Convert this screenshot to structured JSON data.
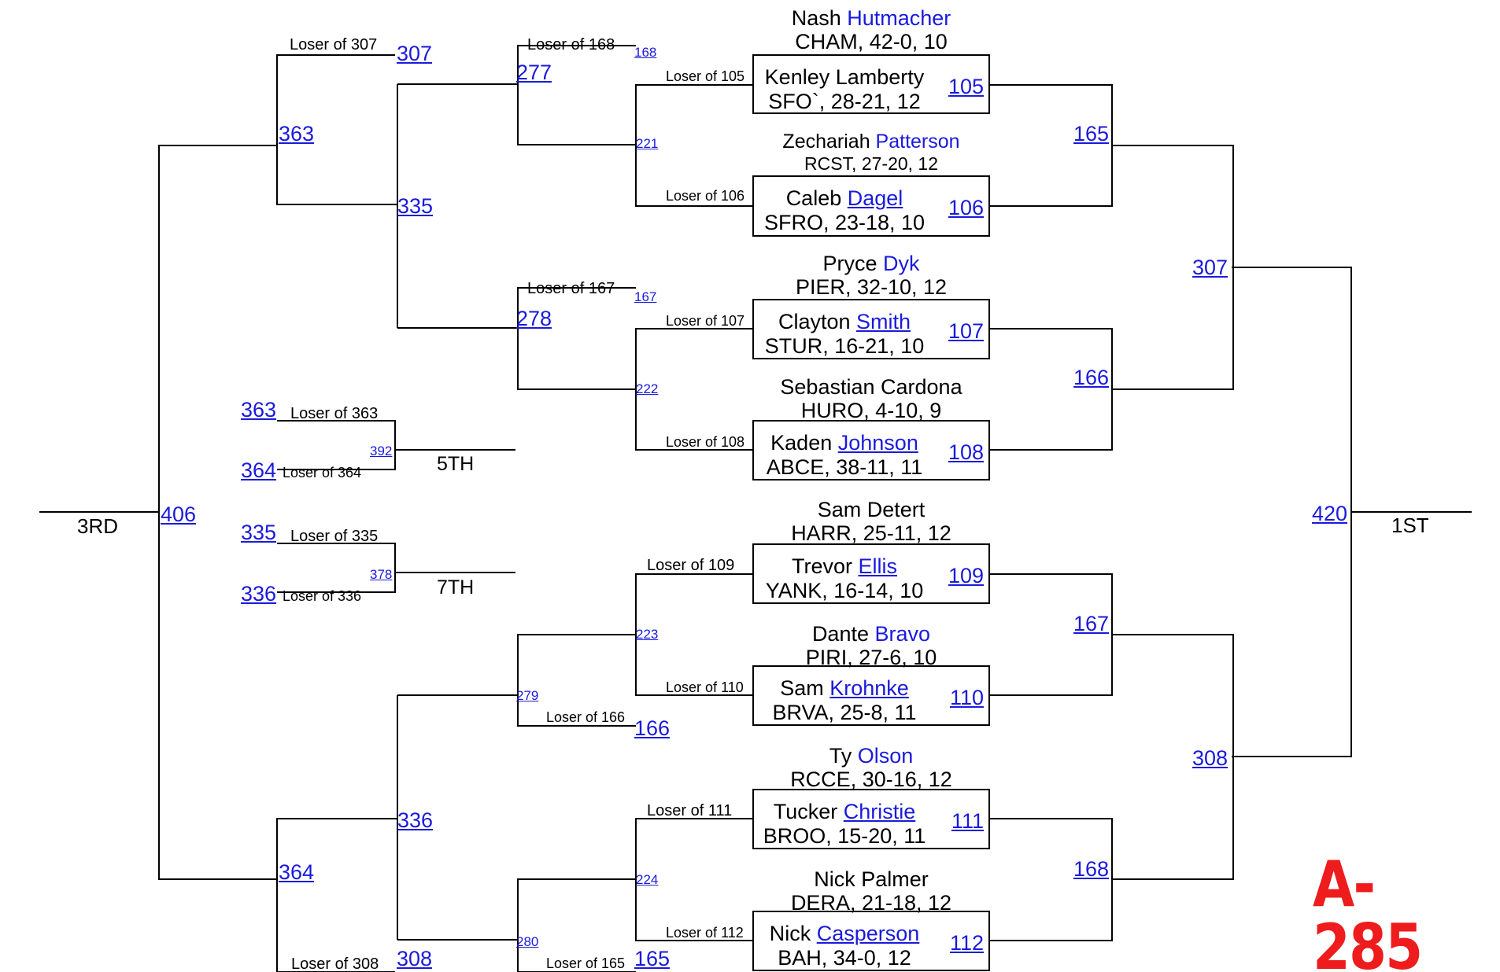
{
  "bracket_code": "A-285",
  "places": {
    "first": "1ST",
    "third": "3RD",
    "fifth": "5TH",
    "seventh": "7TH"
  },
  "wrestlers": [
    {
      "first": "Nash",
      "last": "Hutmacher",
      "last_link": true,
      "team_line": "CHAM, 42-0, 10"
    },
    {
      "first": "Kenley",
      "last": "Lamberty",
      "last_link": false,
      "team_line": "SFO`, 28-21, 12"
    },
    {
      "first": "Zechariah",
      "last": "Patterson",
      "last_link": true,
      "team_line": "RCST, 27-20, 12"
    },
    {
      "first": "Caleb",
      "last": "Dagel",
      "last_link": true,
      "team_line": "SFRO, 23-18, 10"
    },
    {
      "first": "Pryce",
      "last": "Dyk",
      "last_link": true,
      "team_line": "PIER, 32-10, 12"
    },
    {
      "first": "Clayton",
      "last": "Smith",
      "last_link": true,
      "team_line": "STUR, 16-21, 10"
    },
    {
      "first": "Sebastian",
      "last": "Cardona",
      "last_link": false,
      "team_line": "HURO, 4-10, 9"
    },
    {
      "first": "Kaden",
      "last": "Johnson",
      "last_link": true,
      "team_line": "ABCE, 38-11, 11"
    },
    {
      "first": "Sam",
      "last": "Detert",
      "last_link": false,
      "team_line": "HARR, 25-11, 12"
    },
    {
      "first": "Trevor",
      "last": "Ellis",
      "last_link": true,
      "team_line": "YANK, 16-14, 10"
    },
    {
      "first": "Dante",
      "last": "Bravo",
      "last_link": true,
      "team_line": "PIRI, 27-6, 10"
    },
    {
      "first": "Sam",
      "last": "Krohnke",
      "last_link": true,
      "team_line": "BRVA, 25-8, 11"
    },
    {
      "first": "Ty",
      "last": "Olson",
      "last_link": true,
      "team_line": "RCCE, 30-16, 12"
    },
    {
      "first": "Tucker",
      "last": "Christie",
      "last_link": true,
      "team_line": "BROO, 15-20, 11"
    },
    {
      "first": "Nick",
      "last": "Palmer",
      "last_link": false,
      "team_line": "DERA, 21-18, 12"
    },
    {
      "first": "Nick",
      "last": "Casperson",
      "last_link": true,
      "team_line": "BAH, 34-0, 12"
    }
  ],
  "bouts": {
    "b105": "105",
    "b106": "106",
    "b107": "107",
    "b108": "108",
    "b109": "109",
    "b110": "110",
    "b111": "111",
    "b112": "112",
    "b165": "165",
    "b166": "166",
    "b167": "167",
    "b168": "168",
    "b307": "307",
    "b308": "308",
    "b420": "420",
    "b221": "221",
    "b222": "222",
    "b223": "223",
    "b224": "224",
    "b277": "277",
    "b278": "278",
    "b279": "279",
    "b280": "280",
    "b335": "335",
    "b336": "336",
    "b363": "363",
    "b364": "364",
    "b392": "392",
    "b378": "378",
    "b406": "406"
  },
  "loser_labels": {
    "l105": "Loser of 105",
    "l106": "Loser of 106",
    "l107": "Loser of 107",
    "l108": "Loser of 108",
    "l109": "Loser of 109",
    "l110": "Loser of 110",
    "l111": "Loser of 111",
    "l112": "Loser of 112",
    "l165": "Loser of 165",
    "l166": "Loser of 166",
    "l167": "Loser of 167",
    "l168": "Loser of 168",
    "l307": "Loser of 307",
    "l308": "Loser of 308",
    "l335": "Loser of 335",
    "l336": "Loser of 336",
    "l363": "Loser of 363",
    "l364": "Loser of 364"
  }
}
